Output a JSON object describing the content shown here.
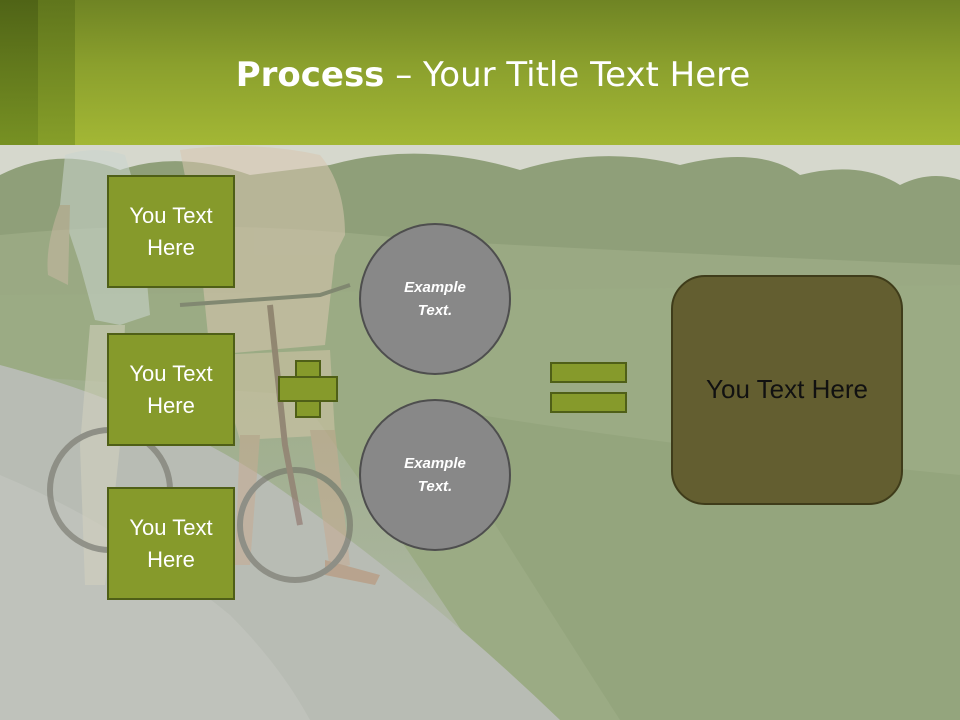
{
  "title": {
    "bold": "Process",
    "rest": " – Your Title Text Here"
  },
  "left_boxes": [
    {
      "label": "You Text Here"
    },
    {
      "label": "You Text Here"
    },
    {
      "label": "You Text Here"
    }
  ],
  "circles": [
    {
      "label": "Example Text."
    },
    {
      "label": "Example Text."
    }
  ],
  "result": {
    "label": "You Text Here"
  },
  "colors": {
    "accent_green": "#869a2b",
    "header_green": "#9bb034",
    "circle_gray": "#888888",
    "result_olive": "#635e30"
  },
  "background": {
    "image": "faded-photo-couple-with-bicycles-in-park"
  }
}
